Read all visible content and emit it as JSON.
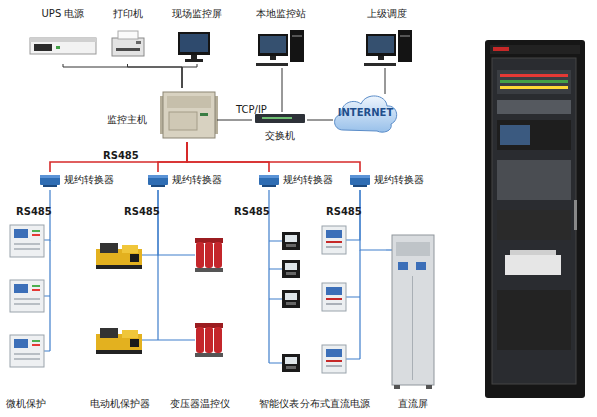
{
  "diagram": {
    "nodes": [
      {
        "text": [
          "UPS 电源"
        ]
      },
      {
        "text": [
          "打印机"
        ]
      },
      {
        "text": [
          "现场监控屏"
        ]
      },
      {
        "text": [
          "本地监控站"
        ]
      },
      {
        "text": [
          "上级调度"
        ]
      },
      {
        "text": [
          "监控主机"
        ]
      },
      {
        "text": [
          "交换机"
        ]
      },
      {
        "text": [
          "INTERNET"
        ]
      },
      {
        "text": [
          "规约转换器"
        ]
      },
      {
        "text": [
          "规约转换器"
        ]
      },
      {
        "text": [
          "规约转换器"
        ]
      },
      {
        "text": [
          "规约转换器"
        ]
      },
      {
        "text": [
          "微机保护"
        ]
      },
      {
        "text": [
          "电动机保护器"
        ]
      },
      {
        "text": [
          "变压器温控仪"
        ]
      },
      {
        "text": [
          "智能仪表"
        ]
      },
      {
        "text": [
          "分布式直流电源"
        ]
      },
      {
        "text": [
          "直流屏"
        ]
      }
    ],
    "edges": [
      {
        "from": 0,
        "to": 5,
        "arrow": "none"
      },
      {
        "from": 1,
        "to": 5,
        "arrow": "none"
      },
      {
        "from": 2,
        "to": 5,
        "arrow": "none"
      },
      {
        "from": 5,
        "to": 6,
        "label": "TCP/IP",
        "arrow": "none"
      },
      {
        "from": 6,
        "to": 3,
        "arrow": "none"
      },
      {
        "from": 6,
        "to": 7,
        "arrow": "none"
      },
      {
        "from": 7,
        "to": 4,
        "arrow": "none"
      },
      {
        "from": 5,
        "to": 8,
        "arrow": "none"
      },
      {
        "from": 5,
        "to": 9,
        "arrow": "none"
      },
      {
        "from": 5,
        "to": 10,
        "arrow": "none"
      },
      {
        "from": 5,
        "to": 11,
        "arrow": "none"
      },
      {
        "from": 8,
        "to": 12,
        "arrow": "none"
      },
      {
        "from": 9,
        "to": 13,
        "arrow": "none"
      },
      {
        "from": 9,
        "to": 14,
        "arrow": "none"
      },
      {
        "from": 10,
        "to": 15,
        "arrow": "none"
      },
      {
        "from": 11,
        "to": 16,
        "arrow": "none"
      },
      {
        "from": 11,
        "to": 17,
        "arrow": "none"
      }
    ],
    "labels": [
      "RS485",
      "RS485",
      "RS485",
      "RS485",
      "RS485"
    ]
  }
}
